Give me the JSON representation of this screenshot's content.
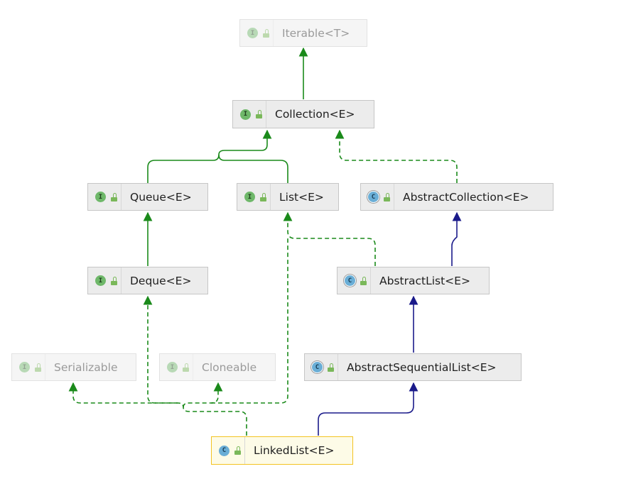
{
  "diagram": {
    "nodes": [
      {
        "id": "iterable",
        "label": "Iterable<T>",
        "kind": "interface",
        "badge": "I",
        "faded": true
      },
      {
        "id": "collection",
        "label": "Collection<E>",
        "kind": "interface",
        "badge": "I"
      },
      {
        "id": "queue",
        "label": "Queue<E>",
        "kind": "interface",
        "badge": "I"
      },
      {
        "id": "list",
        "label": "List<E>",
        "kind": "interface",
        "badge": "I"
      },
      {
        "id": "abstractcollection",
        "label": "AbstractCollection<E>",
        "kind": "abstract-class",
        "badge": "C"
      },
      {
        "id": "deque",
        "label": "Deque<E>",
        "kind": "interface",
        "badge": "I"
      },
      {
        "id": "abstractlist",
        "label": "AbstractList<E>",
        "kind": "abstract-class",
        "badge": "C"
      },
      {
        "id": "serializable",
        "label": "Serializable",
        "kind": "interface",
        "badge": "I",
        "faded": true
      },
      {
        "id": "cloneable",
        "label": "Cloneable",
        "kind": "interface",
        "badge": "I",
        "faded": true
      },
      {
        "id": "abstractsequentiallist",
        "label": "AbstractSequentialList<E>",
        "kind": "abstract-class",
        "badge": "C"
      },
      {
        "id": "linkedlist",
        "label": "LinkedList<E>",
        "kind": "class",
        "badge": "C",
        "selected": true
      }
    ],
    "edges": [
      {
        "from": "collection",
        "to": "iterable",
        "type": "extends-interface"
      },
      {
        "from": "queue",
        "to": "collection",
        "type": "extends-interface"
      },
      {
        "from": "list",
        "to": "collection",
        "type": "extends-interface"
      },
      {
        "from": "abstractcollection",
        "to": "collection",
        "type": "implements"
      },
      {
        "from": "deque",
        "to": "queue",
        "type": "extends-interface"
      },
      {
        "from": "abstractlist",
        "to": "list",
        "type": "implements"
      },
      {
        "from": "abstractlist",
        "to": "abstractcollection",
        "type": "extends-class"
      },
      {
        "from": "abstractsequentiallist",
        "to": "abstractlist",
        "type": "extends-class"
      },
      {
        "from": "linkedlist",
        "to": "abstractsequentiallist",
        "type": "extends-class"
      },
      {
        "from": "linkedlist",
        "to": "serializable",
        "type": "implements"
      },
      {
        "from": "linkedlist",
        "to": "cloneable",
        "type": "implements"
      },
      {
        "from": "linkedlist",
        "to": "deque",
        "type": "implements"
      },
      {
        "from": "linkedlist",
        "to": "list",
        "type": "implements"
      }
    ],
    "colors": {
      "interface_edge": "#1a8a1a",
      "class_edge": "#1a1a8a",
      "selected_border": "#f3c322"
    }
  }
}
